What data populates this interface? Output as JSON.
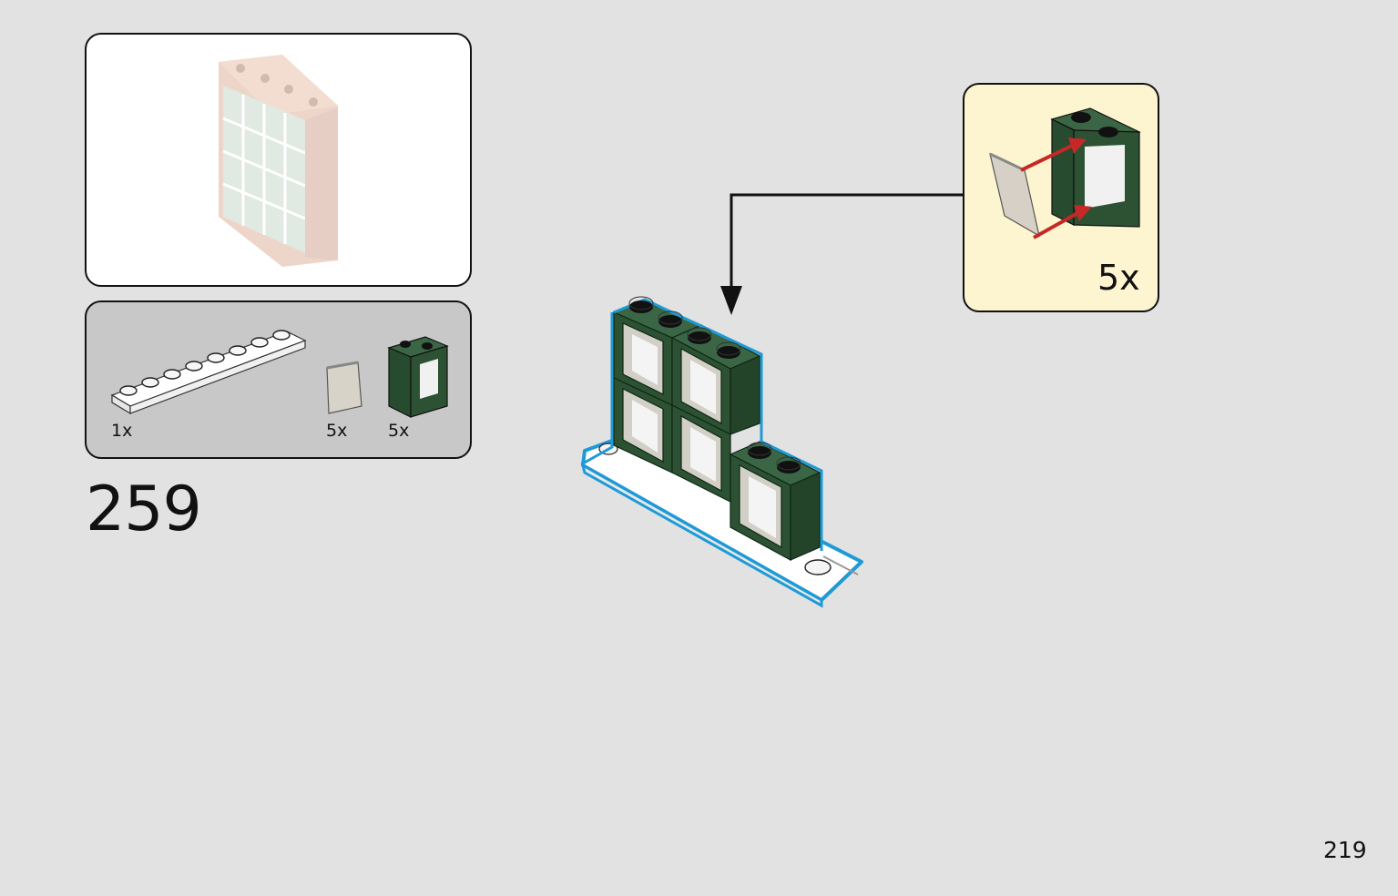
{
  "step": {
    "number": "259"
  },
  "page": {
    "number": "219"
  },
  "parts_list": {
    "items": [
      {
        "name": "white-plate-1x8-rail",
        "qty": "1x"
      },
      {
        "name": "trans-clear-window-pane",
        "qty": "5x"
      },
      {
        "name": "dark-green-window-frame-1x2x2",
        "qty": "5x"
      }
    ]
  },
  "callout": {
    "qty": "5x"
  },
  "colors": {
    "background": "#e2e2e2",
    "dark_green": "#2c5233",
    "highlight": "#1e9ad6",
    "callout_bg": "#fdf5cf",
    "parts_bg": "#c8c8c8",
    "arrow_red": "#c62828"
  }
}
